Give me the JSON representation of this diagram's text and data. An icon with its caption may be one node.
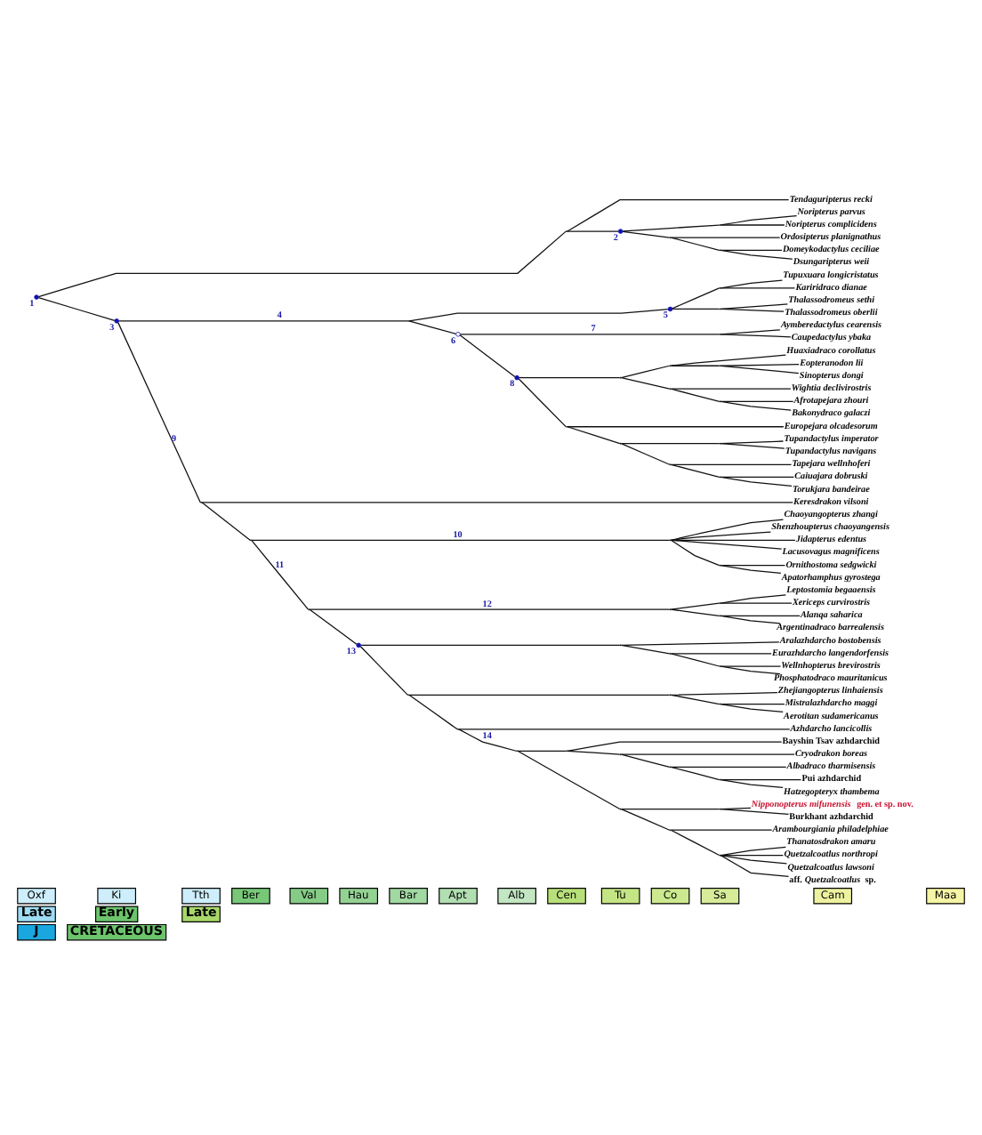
{
  "diagram": {
    "nodes": [
      {
        "text": [
          "J"
        ]
      },
      {
        "text": [
          "CRETACEOUS"
        ]
      },
      {
        "text": [
          "Late"
        ]
      },
      {
        "text": [
          "Early"
        ]
      },
      {
        "text": [
          "Late"
        ]
      },
      {
        "text": [
          "Oxf"
        ]
      },
      {
        "text": [
          "Ki"
        ]
      },
      {
        "text": [
          "Tth"
        ]
      },
      {
        "text": [
          "Ber"
        ]
      },
      {
        "text": [
          "Val"
        ]
      },
      {
        "text": [
          "Hau"
        ]
      },
      {
        "text": [
          "Bar"
        ]
      },
      {
        "text": [
          "Apt"
        ]
      },
      {
        "text": [
          "Alb"
        ]
      },
      {
        "text": [
          "Cen"
        ]
      },
      {
        "text": [
          "Tu"
        ]
      },
      {
        "text": [
          "Co"
        ]
      },
      {
        "text": [
          "Sa"
        ]
      },
      {
        "text": [
          "Cam"
        ]
      },
      {
        "text": [
          "Maa"
        ]
      },
      {
        "text": [],
        "shape": "circle",
        "beside": [
          "1"
        ]
      },
      {
        "text": [],
        "shape": "point"
      },
      {
        "text": [
          "Tendaguripterus recki"
        ]
      },
      {
        "text": [],
        "shape": "circle",
        "beside": [
          "2"
        ]
      },
      {
        "text": [],
        "shape": "point"
      },
      {
        "text": [
          "Noripterus parvus"
        ]
      },
      {
        "text": [
          "Noripterus complicidens"
        ]
      },
      {
        "text": [],
        "shape": "point"
      },
      {
        "text": [
          "Ordosipterus planignathus"
        ]
      },
      {
        "text": [],
        "shape": "point"
      },
      {
        "text": [
          "Domeykodactylus ceciliae"
        ]
      },
      {
        "text": [
          "Dsungaripterus weii"
        ]
      },
      {
        "text": [],
        "shape": "circle",
        "beside": [
          "3"
        ]
      },
      {
        "text": [],
        "shape": "point"
      },
      {
        "text": [],
        "shape": "circle",
        "beside": [
          "5"
        ]
      },
      {
        "text": [],
        "shape": "point"
      },
      {
        "text": [
          "Tupuxuara longicristatus"
        ]
      },
      {
        "text": [
          "Kariridraco dianae"
        ]
      },
      {
        "text": [],
        "shape": "point"
      },
      {
        "text": [
          "Thalassodromeus sethi"
        ]
      },
      {
        "text": [
          "Thalassodromeus oberlii"
        ]
      },
      {
        "text": [],
        "shape": "circle",
        "beside": [
          "6"
        ]
      },
      {
        "text": [],
        "shape": "point"
      },
      {
        "text": [
          "Aymberedactylus cearensis"
        ]
      },
      {
        "text": [
          "Caupedactylus ybaka"
        ]
      },
      {
        "text": [],
        "shape": "circle",
        "beside": [
          "8"
        ]
      },
      {
        "text": [],
        "shape": "point"
      },
      {
        "text": [],
        "shape": "point"
      },
      {
        "text": [
          "Huaxiadraco corollatus"
        ]
      },
      {
        "text": [],
        "shape": "point"
      },
      {
        "text": [
          "Eopteranodon lii"
        ]
      },
      {
        "text": [
          "Sinopterus dongi"
        ]
      },
      {
        "text": [],
        "shape": "point"
      },
      {
        "text": [
          "Wightia declivirostris"
        ]
      },
      {
        "text": [],
        "shape": "point"
      },
      {
        "text": [
          "Afrotapejara zhouri"
        ]
      },
      {
        "text": [
          "Bakonydraco galaczi"
        ]
      },
      {
        "text": [],
        "shape": "point"
      },
      {
        "text": [
          "Europejara olcadesorum"
        ]
      },
      {
        "text": [],
        "shape": "point"
      },
      {
        "text": [],
        "shape": "point"
      },
      {
        "text": [
          "Tupandactylus imperator"
        ]
      },
      {
        "text": [
          "Tupandactylus navigans"
        ]
      },
      {
        "text": [],
        "shape": "point"
      },
      {
        "text": [
          "Tapejara wellnhoferi"
        ]
      },
      {
        "text": [],
        "shape": "point"
      },
      {
        "text": [
          "Caiuajara dobruski"
        ]
      },
      {
        "text": [
          "Torukjara bandeirae"
        ]
      },
      {
        "text": [],
        "shape": "point"
      },
      {
        "text": [
          "Keresdrakon vilsoni"
        ]
      },
      {
        "text": [],
        "shape": "point"
      },
      {
        "text": [],
        "shape": "point"
      },
      {
        "text": [
          "Chaoyangopterus zhangi"
        ]
      },
      {
        "text": [
          "Shenzhoupterus chaoyangensis"
        ]
      },
      {
        "text": [
          "Jidapterus edentus"
        ]
      },
      {
        "text": [
          "Lacusovagus magnificens"
        ]
      },
      {
        "text": [],
        "shape": "point"
      },
      {
        "text": [
          "Ornithostoma sedgwicki"
        ]
      },
      {
        "text": [
          "Apatorhamphus gyrostega"
        ]
      },
      {
        "text": [],
        "shape": "point"
      },
      {
        "text": [],
        "shape": "point"
      },
      {
        "text": [],
        "shape": "point"
      },
      {
        "text": [
          "Leptostomia begaaensis"
        ]
      },
      {
        "text": [
          "Xericeps curvirostris"
        ]
      },
      {
        "text": [],
        "shape": "point"
      },
      {
        "text": [
          "Alanqa saharica"
        ]
      },
      {
        "text": [
          "Argentinadraco barrealensis"
        ]
      },
      {
        "text": [],
        "shape": "circle",
        "beside": [
          "13"
        ]
      },
      {
        "text": [],
        "shape": "point"
      },
      {
        "text": [
          "Aralazhdarcho bostobensis"
        ]
      },
      {
        "text": [],
        "shape": "point"
      },
      {
        "text": [
          "Eurazhdarcho langendorfensis"
        ]
      },
      {
        "text": [],
        "shape": "point"
      },
      {
        "text": [
          "Wellnhopterus brevirostris"
        ]
      },
      {
        "text": [
          "Phosphatodraco mauritanicus"
        ]
      },
      {
        "text": [],
        "shape": "point"
      },
      {
        "text": [],
        "shape": "point"
      },
      {
        "text": [
          "Zhejiangopterus linhaiensis"
        ]
      },
      {
        "text": [],
        "shape": "point"
      },
      {
        "text": [
          "Mistralazhdarcho maggi"
        ]
      },
      {
        "text": [
          "Aerotitan sudamericanus"
        ]
      },
      {
        "text": [],
        "shape": "point"
      },
      {
        "text": [
          "Azhdarcho lancicollis"
        ]
      },
      {
        "text": [],
        "shape": "point"
      },
      {
        "text": [],
        "shape": "point"
      },
      {
        "text": [
          "Bayshin Tsav azhdarchid"
        ]
      },
      {
        "text": [],
        "shape": "point"
      },
      {
        "text": [
          "Cryodrakon boreas"
        ]
      },
      {
        "text": [],
        "shape": "point"
      },
      {
        "text": [
          "Albadraco tharmisensis"
        ]
      },
      {
        "text": [],
        "shape": "point"
      },
      {
        "text": [
          "Pui azhdarchid"
        ]
      },
      {
        "text": [
          "Hatzegopteryx thambema"
        ]
      },
      {
        "text": [],
        "shape": "point"
      },
      {
        "text": [],
        "shape": "point"
      },
      {
        "text": [
          "*Nipponopterus mifunensis* gen. et sp. nov."
        ]
      },
      {
        "text": [
          "Burkhant azhdarchid"
        ]
      },
      {
        "text": [],
        "shape": "point"
      },
      {
        "text": [
          "Arambourgiania philadelphiae"
        ]
      },
      {
        "text": [],
        "shape": "point"
      },
      {
        "text": [
          "Thanatosdrakon amaru"
        ]
      },
      {
        "text": [
          "Quetzalcoatlus northropi"
        ]
      },
      {
        "text": [
          "Quetzalcoatlus lawsoni"
        ]
      },
      {
        "text": [
          "aff. *Quetzalcoatlus* sp."
        ]
      }
    ],
    "edges": [
      {
        "from": 20,
        "to": 21,
        "arrow": "none"
      },
      {
        "from": 21,
        "to": 22,
        "arrow": "none"
      },
      {
        "from": 21,
        "to": 23,
        "arrow": "none"
      },
      {
        "from": 23,
        "to": 24,
        "arrow": "none"
      },
      {
        "from": 24,
        "to": 25,
        "arrow": "none"
      },
      {
        "from": 24,
        "to": 26,
        "arrow": "none"
      },
      {
        "from": 23,
        "to": 27,
        "arrow": "none"
      },
      {
        "from": 27,
        "to": 28,
        "arrow": "none"
      },
      {
        "from": 27,
        "to": 29,
        "arrow": "none"
      },
      {
        "from": 29,
        "to": 30,
        "arrow": "none"
      },
      {
        "from": 29,
        "to": 31,
        "arrow": "none"
      },
      {
        "from": 20,
        "to": 32,
        "arrow": "none"
      },
      {
        "from": 32,
        "to": 33,
        "arrow": "none",
        "label": "4"
      },
      {
        "from": 33,
        "to": 34,
        "arrow": "none"
      },
      {
        "from": 34,
        "to": 35,
        "arrow": "none"
      },
      {
        "from": 35,
        "to": 36,
        "arrow": "none"
      },
      {
        "from": 35,
        "to": 37,
        "arrow": "none"
      },
      {
        "from": 34,
        "to": 38,
        "arrow": "none"
      },
      {
        "from": 38,
        "to": 39,
        "arrow": "none"
      },
      {
        "from": 38,
        "to": 40,
        "arrow": "none"
      },
      {
        "from": 33,
        "to": 41,
        "arrow": "none"
      },
      {
        "from": 41,
        "to": 42,
        "arrow": "none",
        "label": "7"
      },
      {
        "from": 42,
        "to": 43,
        "arrow": "none"
      },
      {
        "from": 42,
        "to": 44,
        "arrow": "none"
      },
      {
        "from": 41,
        "to": 45,
        "arrow": "none"
      },
      {
        "from": 45,
        "to": 46,
        "arrow": "none"
      },
      {
        "from": 46,
        "to": 47,
        "arrow": "none"
      },
      {
        "from": 47,
        "to": 48,
        "arrow": "none"
      },
      {
        "from": 47,
        "to": 49,
        "arrow": "none"
      },
      {
        "from": 49,
        "to": 50,
        "arrow": "none"
      },
      {
        "from": 49,
        "to": 51,
        "arrow": "none"
      },
      {
        "from": 46,
        "to": 52,
        "arrow": "none"
      },
      {
        "from": 52,
        "to": 53,
        "arrow": "none"
      },
      {
        "from": 52,
        "to": 54,
        "arrow": "none"
      },
      {
        "from": 54,
        "to": 55,
        "arrow": "none"
      },
      {
        "from": 54,
        "to": 56,
        "arrow": "none"
      },
      {
        "from": 45,
        "to": 57,
        "arrow": "none"
      },
      {
        "from": 57,
        "to": 58,
        "arrow": "none"
      },
      {
        "from": 57,
        "to": 59,
        "arrow": "none"
      },
      {
        "from": 59,
        "to": 60,
        "arrow": "none"
      },
      {
        "from": 60,
        "to": 61,
        "arrow": "none"
      },
      {
        "from": 60,
        "to": 62,
        "arrow": "none"
      },
      {
        "from": 59,
        "to": 63,
        "arrow": "none"
      },
      {
        "from": 63,
        "to": 64,
        "arrow": "none"
      },
      {
        "from": 63,
        "to": 65,
        "arrow": "none"
      },
      {
        "from": 65,
        "to": 66,
        "arrow": "none"
      },
      {
        "from": 65,
        "to": 67,
        "arrow": "none"
      },
      {
        "from": 32,
        "to": 68,
        "arrow": "none",
        "label": "9"
      },
      {
        "from": 68,
        "to": 69,
        "arrow": "none"
      },
      {
        "from": 68,
        "to": 70,
        "arrow": "none"
      },
      {
        "from": 70,
        "to": 71,
        "arrow": "none",
        "label": "10"
      },
      {
        "from": 71,
        "to": 72,
        "arrow": "none"
      },
      {
        "from": 71,
        "to": 73,
        "arrow": "none"
      },
      {
        "from": 71,
        "to": 74,
        "arrow": "none"
      },
      {
        "from": 71,
        "to": 75,
        "arrow": "none"
      },
      {
        "from": 71,
        "to": 76,
        "arrow": "none"
      },
      {
        "from": 76,
        "to": 77,
        "arrow": "none"
      },
      {
        "from": 76,
        "to": 78,
        "arrow": "none"
      },
      {
        "from": 70,
        "to": 79,
        "arrow": "none",
        "label": "11"
      },
      {
        "from": 79,
        "to": 80,
        "arrow": "none",
        "label": "12"
      },
      {
        "from": 80,
        "to": 81,
        "arrow": "none"
      },
      {
        "from": 81,
        "to": 82,
        "arrow": "none"
      },
      {
        "from": 81,
        "to": 83,
        "arrow": "none"
      },
      {
        "from": 80,
        "to": 84,
        "arrow": "none"
      },
      {
        "from": 84,
        "to": 85,
        "arrow": "none"
      },
      {
        "from": 84,
        "to": 86,
        "arrow": "none"
      },
      {
        "from": 79,
        "to": 87,
        "arrow": "none"
      },
      {
        "from": 87,
        "to": 88,
        "arrow": "none"
      },
      {
        "from": 88,
        "to": 89,
        "arrow": "none"
      },
      {
        "from": 88,
        "to": 90,
        "arrow": "none"
      },
      {
        "from": 90,
        "to": 91,
        "arrow": "none"
      },
      {
        "from": 90,
        "to": 92,
        "arrow": "none"
      },
      {
        "from": 92,
        "to": 93,
        "arrow": "none"
      },
      {
        "from": 92,
        "to": 94,
        "arrow": "none"
      },
      {
        "from": 87,
        "to": 95,
        "arrow": "none"
      },
      {
        "from": 95,
        "to": 96,
        "arrow": "none"
      },
      {
        "from": 96,
        "to": 97,
        "arrow": "none"
      },
      {
        "from": 96,
        "to": 98,
        "arrow": "none"
      },
      {
        "from": 98,
        "to": 99,
        "arrow": "none"
      },
      {
        "from": 98,
        "to": 100,
        "arrow": "none"
      },
      {
        "from": 95,
        "to": 101,
        "arrow": "none"
      },
      {
        "from": 101,
        "to": 102,
        "arrow": "none"
      },
      {
        "from": 101,
        "to": 103,
        "arrow": "none",
        "label": "14"
      },
      {
        "from": 103,
        "to": 104,
        "arrow": "none"
      },
      {
        "from": 104,
        "to": 105,
        "arrow": "none"
      },
      {
        "from": 104,
        "to": 106,
        "arrow": "none"
      },
      {
        "from": 106,
        "to": 107,
        "arrow": "none"
      },
      {
        "from": 106,
        "to": 108,
        "arrow": "none"
      },
      {
        "from": 108,
        "to": 109,
        "arrow": "none"
      },
      {
        "from": 108,
        "to": 110,
        "arrow": "none"
      },
      {
        "from": 110,
        "to": 111,
        "arrow": "none"
      },
      {
        "from": 110,
        "to": 112,
        "arrow": "none"
      },
      {
        "from": 103,
        "to": 113,
        "arrow": "none"
      },
      {
        "from": 113,
        "to": 114,
        "arrow": "none"
      },
      {
        "from": 114,
        "to": 115,
        "arrow": "none"
      },
      {
        "from": 114,
        "to": 116,
        "arrow": "none"
      },
      {
        "from": 113,
        "to": 117,
        "arrow": "none"
      },
      {
        "from": 117,
        "to": 118,
        "arrow": "none"
      },
      {
        "from": 117,
        "to": 119,
        "arrow": "none"
      },
      {
        "from": 119,
        "to": 120,
        "arrow": "none"
      },
      {
        "from": 119,
        "to": 121,
        "arrow": "none"
      },
      {
        "from": 119,
        "to": 122,
        "arrow": "none"
      },
      {
        "from": 119,
        "to": 123,
        "arrow": "none"
      }
    ]
  }
}
